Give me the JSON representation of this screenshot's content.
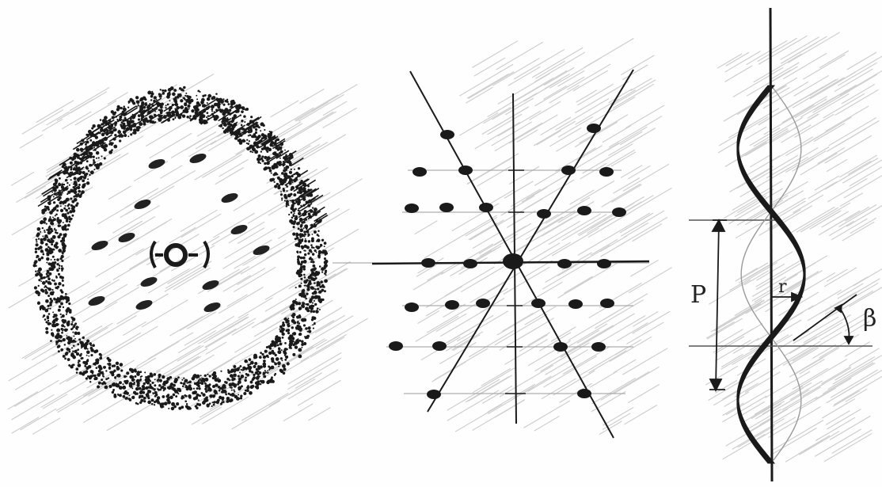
{
  "figure": {
    "panels": [
      {
        "id": "diffraction-ring-panel"
      },
      {
        "id": "x-pattern-panel"
      },
      {
        "id": "helix-panel"
      }
    ],
    "labels": {
      "pitch": "P",
      "radius": "r",
      "angle": "β"
    },
    "colors": {
      "ink": "#1a1a1a",
      "shading": "#bdbdbd",
      "paper": "#fefefe"
    }
  }
}
